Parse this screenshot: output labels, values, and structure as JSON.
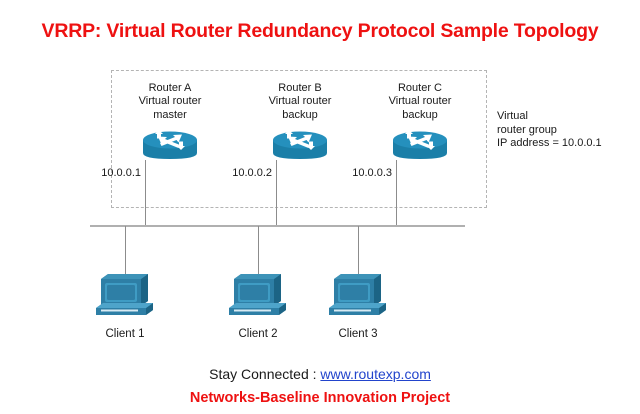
{
  "title": "VRRP: Virtual Router Redundancy Protocol Sample Topology",
  "group": {
    "caption_line1": "Virtual",
    "caption_line2": "router group",
    "caption_line3": "IP address = 10.0.0.1"
  },
  "routers": [
    {
      "name": "Router A",
      "role_line1": "Virtual router",
      "role_line2": "master",
      "ip": "10.0.0.1",
      "icon": "router-icon"
    },
    {
      "name": "Router B",
      "role_line1": "Virtual router",
      "role_line2": "backup",
      "ip": "10.0.0.2",
      "icon": "router-icon"
    },
    {
      "name": "Router C",
      "role_line1": "Virtual router",
      "role_line2": "backup",
      "ip": "10.0.0.3",
      "icon": "router-icon"
    }
  ],
  "clients": [
    {
      "label": "Client 1",
      "icon": "workstation-icon"
    },
    {
      "label": "Client 2",
      "icon": "workstation-icon"
    },
    {
      "label": "Client 3",
      "icon": "workstation-icon"
    }
  ],
  "footer": {
    "stay_connected": "Stay Connected : ",
    "website": "www.routexp.com",
    "project": "Networks-Baseline Innovation Project"
  },
  "colors": {
    "title_red": "#ee1111",
    "link_blue": "#2244cc",
    "router_body": "#1b7fa8",
    "router_top": "#2590bd",
    "pc_body": "#2e7fa6",
    "wire_gray": "#8c8c8c",
    "dash_gray": "#b4b4b4"
  }
}
